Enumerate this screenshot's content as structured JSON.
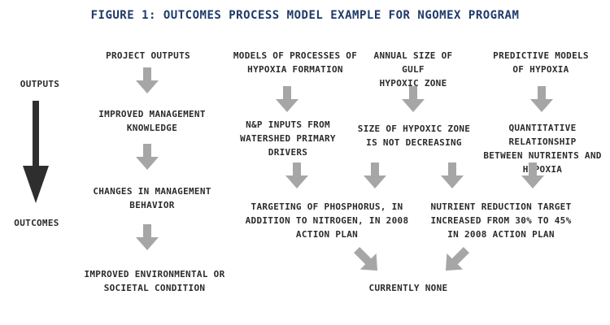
{
  "title": "FIGURE 1: OUTCOMES PROCESS MODEL EXAMPLE FOR NGOMEX PROGRAM",
  "side": {
    "outputs": "OUTPUTS",
    "outcomes": "OUTCOMES"
  },
  "left_column": {
    "project_outputs": "PROJECT OUTPUTS",
    "knowledge": "IMPROVED MANAGEMENT\nKNOWLEDGE",
    "behavior": "CHANGES IN MANAGEMENT\nBEHAVIOR",
    "condition": "IMPROVED ENVIRONMENTAL OR\nSOCIETAL CONDITION"
  },
  "right_section": {
    "models": "MODELS OF PROCESSES OF\nHYPOXIA FORMATION",
    "annual_size": "ANNUAL SIZE OF GULF\nHYPOXIC ZONE",
    "predictive": "PREDICTIVE MODELS\nOF HYPOXIA",
    "np_inputs": "N&P INPUTS FROM\nWATERSHED PRIMARY\nDRIVERS",
    "zone_size": "SIZE OF HYPOXIC ZONE\nIS NOT DECREASING",
    "quant_rel": "QUANTITATIVE RELATIONSHIP\nBETWEEN NUTRIENTS AND\nHYPOXIA",
    "phosphorus": "TARGETING OF PHOSPHORUS, IN\nADDITION TO NITROGEN, IN 2008\nACTION PLAN",
    "nutrient_target": "NUTRIENT REDUCTION TARGET\nINCREASED FROM 30% TO 45%\nIN 2008 ACTION PLAN",
    "currently_none": "CURRENTLY NONE"
  },
  "colors": {
    "title": "#1f3a68",
    "text": "#2b2b2b",
    "arrow_gray": "#a6a6a6",
    "arrow_dark": "#2e2e2e"
  },
  "icons": [
    "down-arrow-icon",
    "diagonal-arrow-icon",
    "big-down-arrow-icon"
  ]
}
